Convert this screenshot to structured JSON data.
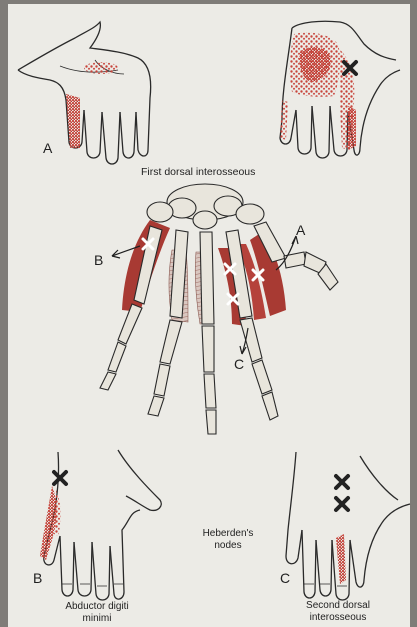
{
  "title": "First dorsal interosseous",
  "labels": {
    "top_left": "A",
    "dorsal_a": "A",
    "dorsal_b": "B",
    "dorsal_c": "C",
    "bottom_left": "B",
    "bottom_right": "C"
  },
  "captions": {
    "heberden": "Heberden's\nnodes",
    "abductor": "Abductor digiti\nminimi",
    "second_dorsal": "Second dorsal\ninterosseous"
  },
  "colors": {
    "muscle": "#a83a33",
    "referred_pain": "#c8453c",
    "bone": "#e8e5dc",
    "ink": "#1f1f1f",
    "trigger_point_x_dark": "#222222",
    "trigger_point_x_light": "#ffffff"
  }
}
